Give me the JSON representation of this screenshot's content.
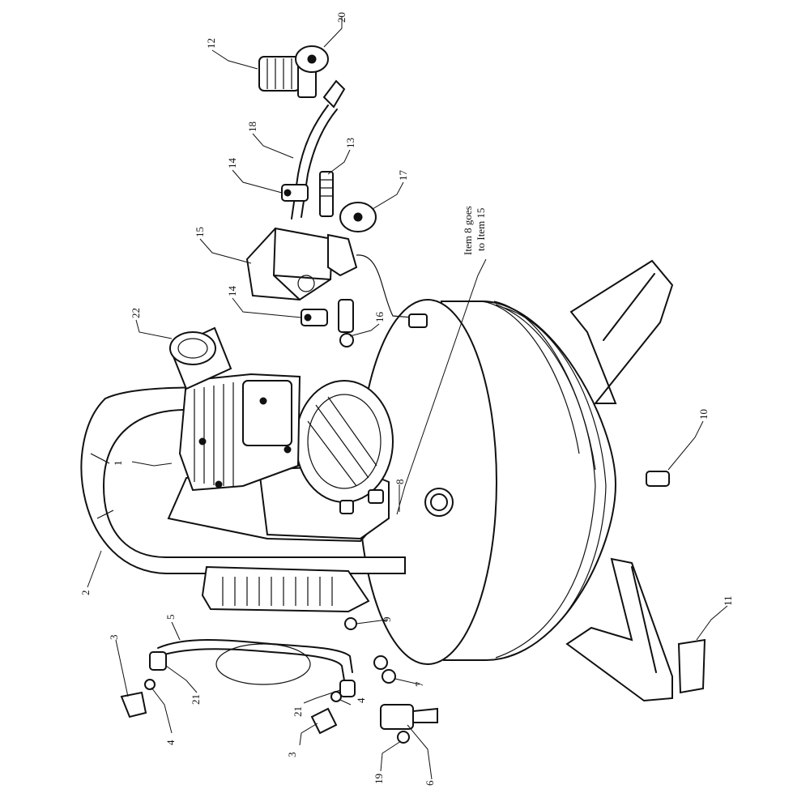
{
  "diagram": {
    "callouts": {
      "c1": "1",
      "c2": "2",
      "c3a": "3",
      "c3b": "3",
      "c4a": "4",
      "c4b": "4",
      "c5": "5",
      "c6": "6",
      "c7": "7",
      "c8": "8",
      "c9": "9",
      "c10": "10",
      "c11": "11",
      "c12": "12",
      "c13": "13",
      "c14a": "14",
      "c14b": "14",
      "c15": "15",
      "c16": "16",
      "c17": "17",
      "c18": "18",
      "c19": "19",
      "c20": "20",
      "c21a": "21",
      "c21b": "21",
      "c22": "22"
    },
    "note": {
      "line1": "Item 8 goes",
      "line2": "to Item 15"
    }
  }
}
